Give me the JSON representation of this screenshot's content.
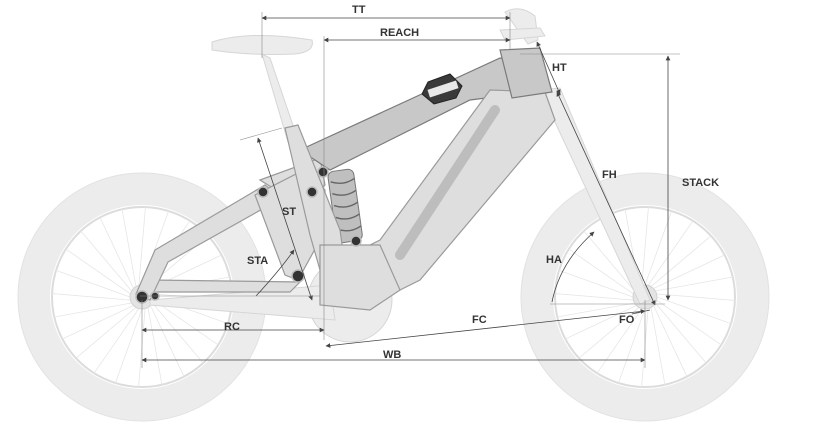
{
  "labels": {
    "tt": "TT",
    "reach": "REACH",
    "ht": "HT",
    "stack": "STACK",
    "fh": "FH",
    "st": "ST",
    "sta": "STA",
    "ha": "HA",
    "rc": "RC",
    "fc": "FC",
    "fo": "FO",
    "wb": "WB"
  },
  "colors": {
    "dimension_line": "#444444",
    "frame": "#dedede",
    "ghost_parts": "#ececec"
  },
  "icons": {
    "badge": "brand-badge-icon"
  }
}
